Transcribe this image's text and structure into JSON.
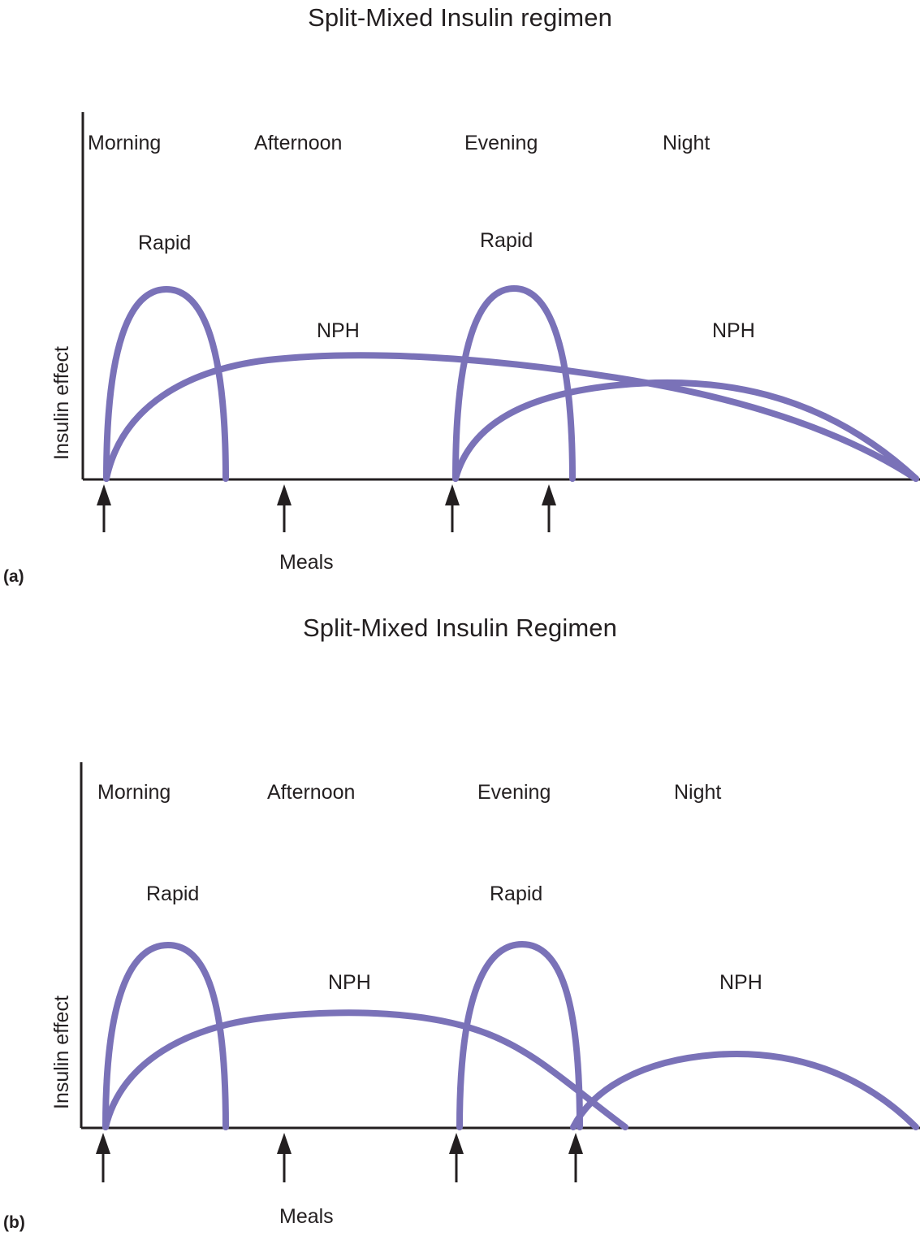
{
  "figure": {
    "kind": "two-panel insulin pharmacodynamic schematic",
    "accent_color": "#7a72b8",
    "axis_color": "#231f20",
    "background": "#ffffff"
  },
  "panels": [
    {
      "tag": "(a)",
      "title": "Split-Mixed Insulin regimen",
      "y_axis_label": "Insulin effect",
      "meals_label": "Meals",
      "time_labels": [
        "Morning",
        "Afternoon",
        "Evening",
        "Night"
      ],
      "curve_labels": [
        "Rapid",
        "NPH",
        "Rapid",
        "NPH"
      ]
    },
    {
      "tag": "(b)",
      "title": "Split-Mixed Insulin Regimen",
      "y_axis_label": "Insulin effect",
      "meals_label": "Meals",
      "time_labels": [
        "Morning",
        "Afternoon",
        "Evening",
        "Night"
      ],
      "curve_labels": [
        "Rapid",
        "NPH",
        "Rapid",
        "NPH"
      ]
    }
  ],
  "chart_data": [
    {
      "type": "line",
      "title": "Split-Mixed Insulin regimen",
      "xlabel": "Meals",
      "ylabel": "Insulin effect",
      "grid": false,
      "legend": "inline-annotations",
      "xlim": [
        0,
        100
      ],
      "ylim": [
        0,
        100
      ],
      "x_annotations": [
        {
          "label": "Morning",
          "x": 3
        },
        {
          "label": "Afternoon",
          "x": 23
        },
        {
          "label": "Evening",
          "x": 48
        },
        {
          "label": "Night",
          "x": 72
        }
      ],
      "meal_arrow_x": [
        3,
        24,
        44,
        56
      ],
      "series": [
        {
          "name": "Rapid (morning)",
          "x": [
            3,
            6,
            10,
            14,
            17,
            20,
            22,
            24
          ],
          "y": [
            0,
            40,
            74,
            88,
            82,
            60,
            32,
            0
          ]
        },
        {
          "name": "NPH (morning)",
          "x": [
            3,
            9,
            16,
            24,
            34,
            44,
            56,
            68,
            80,
            90,
            97
          ],
          "y": [
            0,
            22,
            37,
            47,
            53,
            54,
            51,
            45,
            36,
            23,
            0
          ]
        },
        {
          "name": "Rapid (evening)",
          "x": [
            44,
            47,
            51,
            55,
            58,
            61,
            63,
            65
          ],
          "y": [
            0,
            40,
            74,
            88,
            82,
            60,
            32,
            0
          ]
        },
        {
          "name": "NPH (evening)",
          "x": [
            44,
            50,
            57,
            65,
            74,
            82,
            88,
            94,
            99,
            100
          ],
          "y": [
            0,
            20,
            33,
            43,
            48,
            48,
            44,
            36,
            18,
            0
          ]
        }
      ]
    },
    {
      "type": "line",
      "title": "Split-Mixed Insulin Regimen",
      "xlabel": "Meals",
      "ylabel": "Insulin effect",
      "grid": false,
      "legend": "inline-annotations",
      "xlim": [
        0,
        100
      ],
      "ylim": [
        0,
        100
      ],
      "x_annotations": [
        {
          "label": "Morning",
          "x": 3
        },
        {
          "label": "Afternoon",
          "x": 23
        },
        {
          "label": "Evening",
          "x": 48
        },
        {
          "label": "Night",
          "x": 72
        }
      ],
      "meal_arrow_x": [
        3,
        24,
        45,
        59
      ],
      "series": [
        {
          "name": "Rapid (morning)",
          "x": [
            3,
            6,
            10,
            14,
            17,
            20,
            22,
            24
          ],
          "y": [
            0,
            40,
            74,
            88,
            82,
            60,
            32,
            0
          ]
        },
        {
          "name": "NPH (morning)",
          "x": [
            3,
            9,
            16,
            24,
            34,
            44,
            52,
            58,
            62,
            65
          ],
          "y": [
            0,
            22,
            37,
            47,
            53,
            53,
            44,
            30,
            17,
            0
          ]
        },
        {
          "name": "Rapid (evening)",
          "x": [
            45,
            48,
            52,
            56,
            59,
            62,
            64,
            66
          ],
          "y": [
            0,
            40,
            74,
            88,
            82,
            60,
            32,
            0
          ]
        },
        {
          "name": "NPH (evening)",
          "x": [
            59,
            64,
            70,
            77,
            84,
            90,
            95,
            99,
            100
          ],
          "y": [
            0,
            16,
            27,
            33,
            34,
            31,
            25,
            12,
            0
          ]
        }
      ]
    }
  ]
}
